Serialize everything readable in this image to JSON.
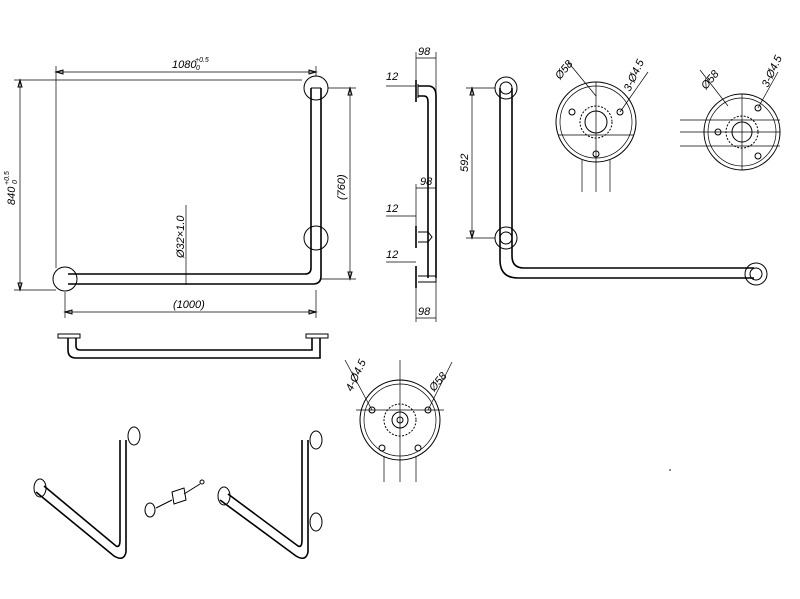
{
  "front_view": {
    "width_main": "1080",
    "width_tol_upper": "+0.5",
    "width_tol_lower": "0",
    "height_main": "840",
    "height_tol_upper": "+0.5",
    "height_tol_lower": "0",
    "vertical_ref": "(760)",
    "horizontal_ref": "(1000)",
    "tube_spec": "Ø32×1.0"
  },
  "side_view": {
    "top_depth": "98",
    "bottom_depth": "98",
    "mid_depth": "98",
    "flange_top": "12",
    "flange_mid": "12",
    "flange_bottom": "12"
  },
  "right_view": {
    "offset": "592"
  },
  "flange_a": {
    "diameter": "Ø58",
    "holes": "3-Ø4.5"
  },
  "flange_b": {
    "diameter": "Ø58",
    "holes": "3-Ø4.5"
  },
  "flange_c": {
    "diameter": "Ø58",
    "holes": "4-Ø4.5"
  }
}
